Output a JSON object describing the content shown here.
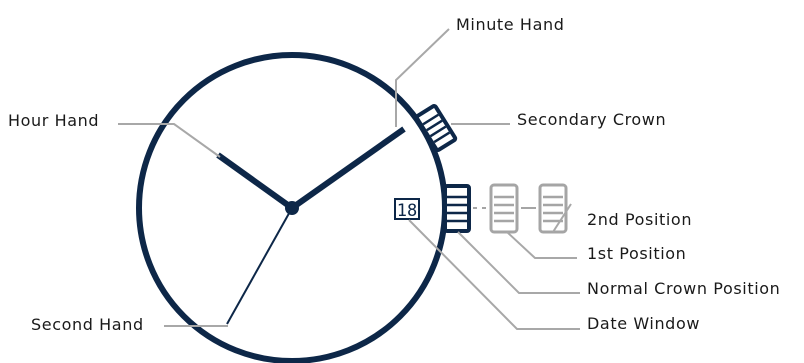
{
  "labels": {
    "minute_hand": "Minute Hand",
    "hour_hand": "Hour Hand",
    "secondary_crown": "Secondary Crown",
    "second_position": "2nd Position",
    "first_position": "1st Position",
    "normal_crown_position": "Normal Crown Position",
    "date_window": "Date Window",
    "second_hand": "Second Hand"
  },
  "date_window_value": "18",
  "colors": {
    "primary": "#0d2748",
    "leader_line": "#a8a8a8",
    "ghost_crown": "#a5a5a5",
    "text": "#1a1a1a"
  }
}
